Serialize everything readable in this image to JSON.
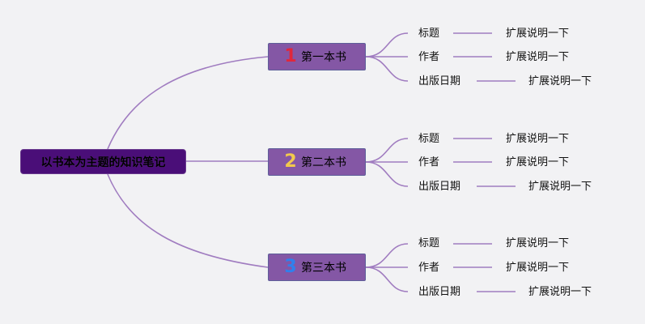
{
  "root": {
    "label": "以书本为主题的知识笔记"
  },
  "colors": {
    "line": "#a07cc0",
    "root_bg": "#4a0e78",
    "book_bg": "#8457a5",
    "badge_1": "#e0283c",
    "badge_2": "#f2c94c",
    "badge_3": "#2f80ed"
  },
  "books": [
    {
      "badge": "1",
      "title": "第一本书",
      "fields": [
        {
          "label": "标题",
          "note": "扩展说明一下"
        },
        {
          "label": "作者",
          "note": "扩展说明一下"
        },
        {
          "label": "出版日期",
          "note": "扩展说明一下"
        }
      ]
    },
    {
      "badge": "2",
      "title": "第二本书",
      "fields": [
        {
          "label": "标题",
          "note": "扩展说明一下"
        },
        {
          "label": "作者",
          "note": "扩展说明一下"
        },
        {
          "label": "出版日期",
          "note": "扩展说明一下"
        }
      ]
    },
    {
      "badge": "3",
      "title": "第三本书",
      "fields": [
        {
          "label": "标题",
          "note": "扩展说明一下"
        },
        {
          "label": "作者",
          "note": "扩展说明一下"
        },
        {
          "label": "出版日期",
          "note": "扩展说明一下"
        }
      ]
    }
  ]
}
